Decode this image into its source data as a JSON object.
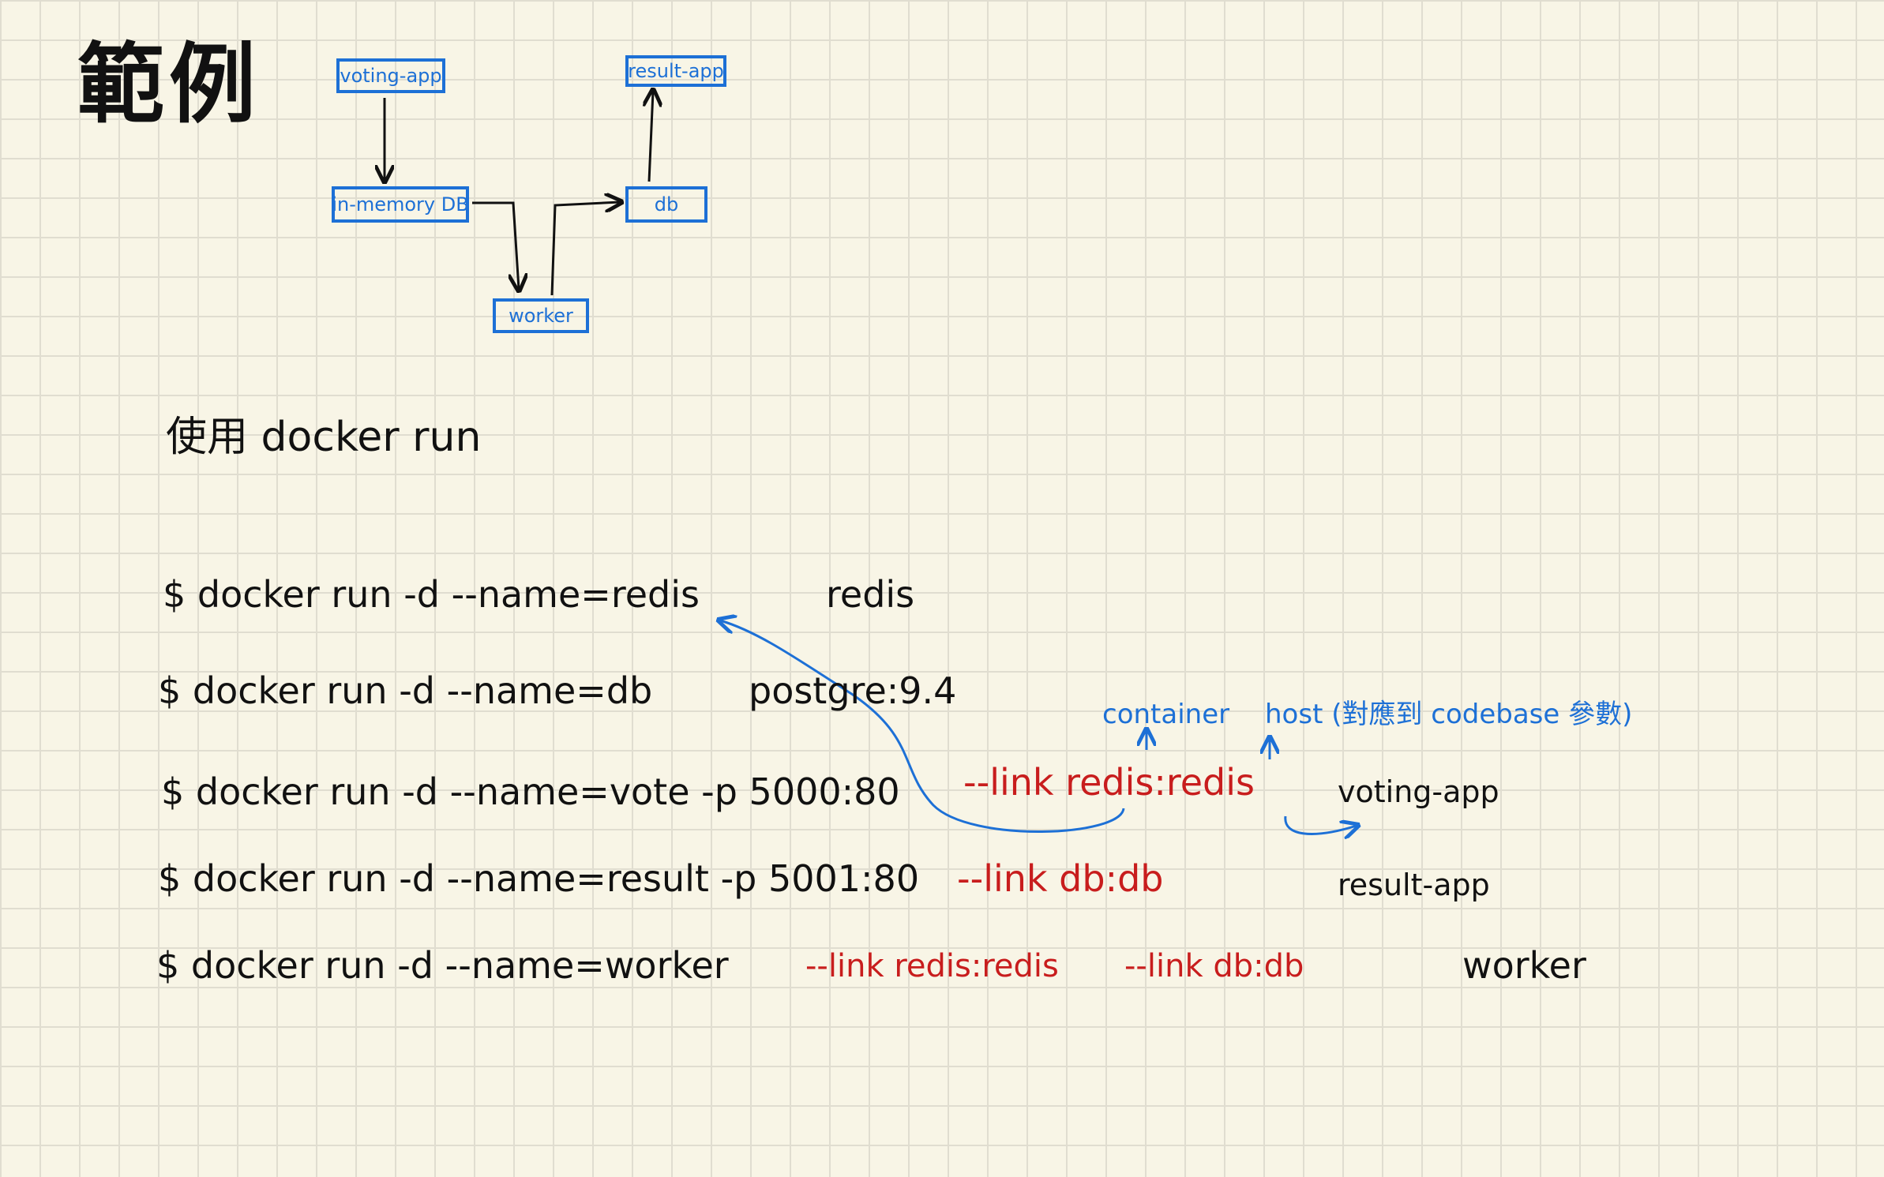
{
  "heading": {
    "title": "範例"
  },
  "diagram": {
    "nodes": {
      "voting_app": "voting-app",
      "in_memory_db": "in-memory DB",
      "worker": "worker",
      "db": "db",
      "result_app": "result-app"
    }
  },
  "section": {
    "subtitle": "使用 docker run"
  },
  "commands": [
    {
      "prefix": "$ docker  run  -d --name=redis",
      "image": "redis"
    },
    {
      "prefix": "$ docker  run  -d --name=db",
      "image": "postgre:9.4"
    },
    {
      "prefix": "$ docker  run -d --name=vote  -p 5000:80",
      "link1": "--link  redis:redis",
      "image": "voting-app"
    },
    {
      "prefix": "$ docker  run  -d  --name=result  -p 5001:80",
      "link1": "--link  db:db",
      "image": "result-app"
    },
    {
      "prefix": "$ docker  run -d  --name=worker",
      "link1": "--link  redis:redis",
      "link2": "--link  db:db",
      "image": "worker"
    }
  ],
  "annotations": {
    "container": "container",
    "host": "host (對應到 codebase 參數)"
  },
  "colors": {
    "ink": "#111111",
    "diagram_blue": "#1d70d6",
    "link_red": "#c81d1d",
    "paper": "#f8f5e6",
    "grid": "#e0ddd0"
  }
}
